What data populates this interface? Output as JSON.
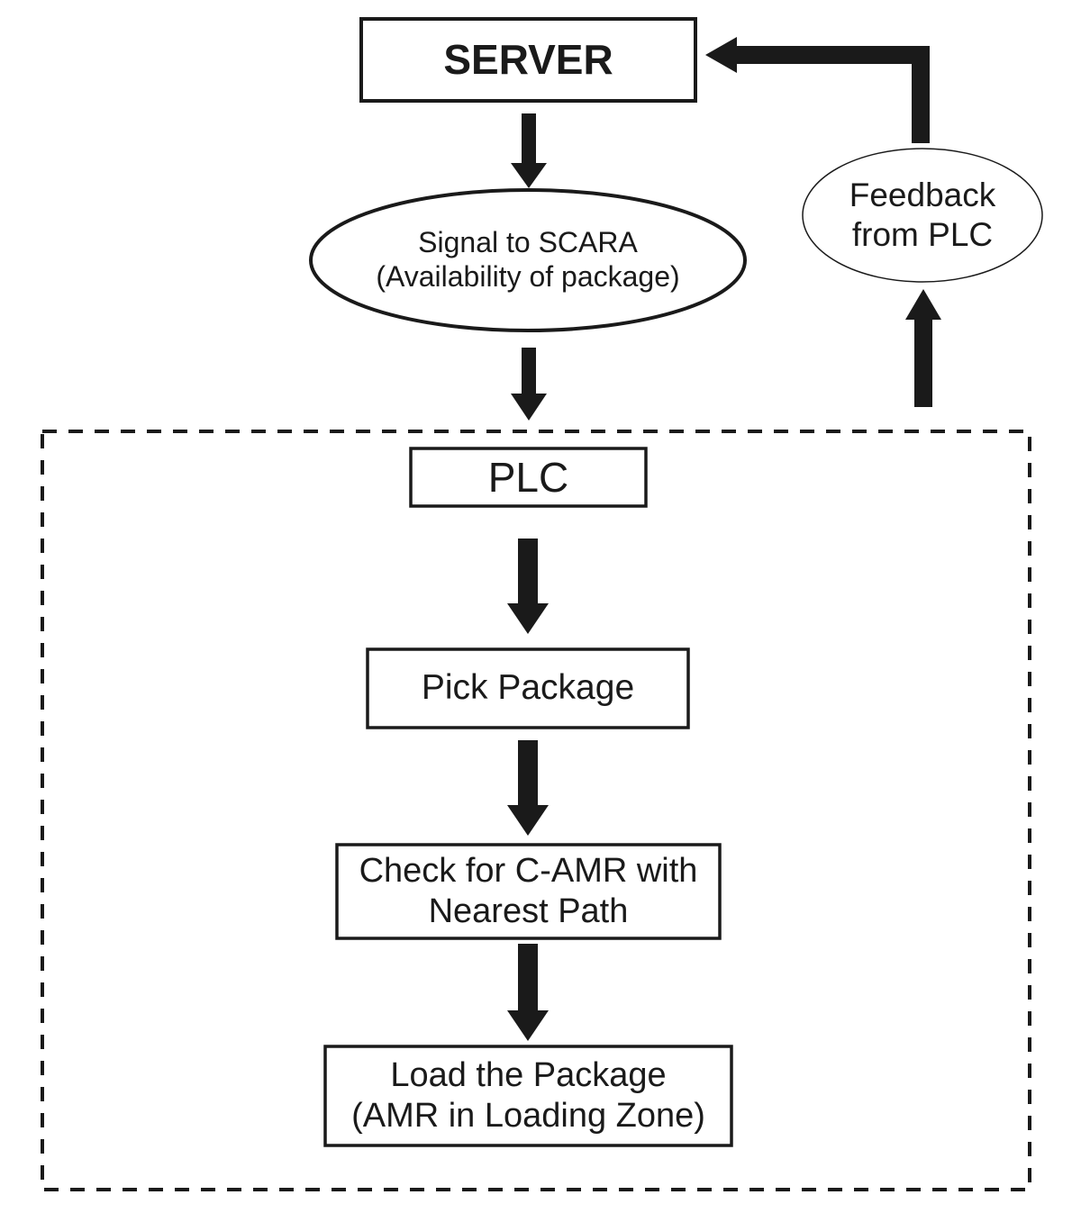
{
  "nodes": {
    "server": {
      "label": "SERVER"
    },
    "signal": {
      "lines": [
        "Signal to SCARA",
        "(Availability of package)"
      ]
    },
    "feedback": {
      "lines": [
        "Feedback",
        "from PLC"
      ]
    },
    "plc": {
      "label": "PLC"
    },
    "pick": {
      "label": "Pick Package"
    },
    "check": {
      "lines": [
        "Check for C-AMR with",
        "Nearest Path"
      ]
    },
    "load": {
      "lines": [
        "Load the Package",
        "(AMR in Loading Zone)"
      ]
    }
  },
  "edges": [
    {
      "from": "server",
      "to": "signal"
    },
    {
      "from": "signal",
      "to": "plc"
    },
    {
      "from": "plc",
      "to": "pick"
    },
    {
      "from": "pick",
      "to": "check"
    },
    {
      "from": "check",
      "to": "load"
    },
    {
      "from": "plc",
      "to": "feedback"
    },
    {
      "from": "feedback",
      "to": "server"
    }
  ],
  "colors": {
    "stroke": "#1a1a1a",
    "background": "#ffffff"
  }
}
